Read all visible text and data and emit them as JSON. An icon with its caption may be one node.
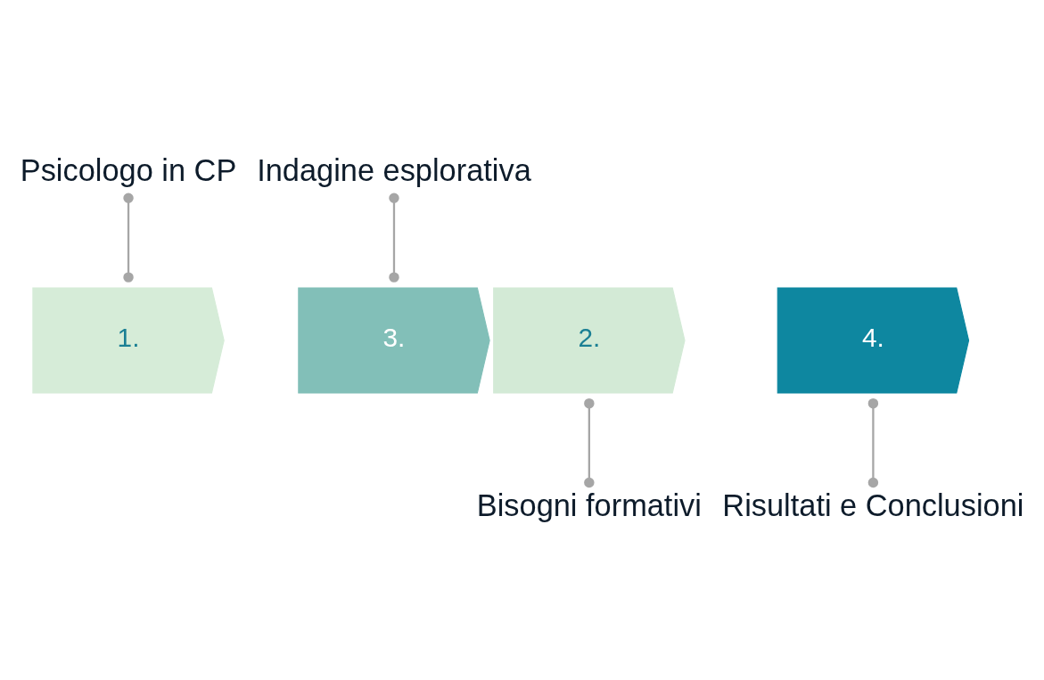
{
  "diagram": {
    "nodes": [
      {
        "text": [
          "Psicologo in CP"
        ]
      },
      {
        "text": [
          "Indagine esplorativa"
        ]
      },
      {
        "text": [
          "1."
        ]
      },
      {
        "text": [
          "2."
        ]
      },
      {
        "text": [
          "3."
        ]
      },
      {
        "text": [
          "4."
        ]
      },
      {
        "text": [
          "Bisogni formativi"
        ]
      },
      {
        "text": [
          "Risultati e Conclusioni"
        ]
      }
    ],
    "edges": [
      {
        "from": 0,
        "to": 2,
        "arrow": "other"
      },
      {
        "from": 1,
        "to": 4,
        "arrow": "other"
      },
      {
        "from": 6,
        "to": 3,
        "arrow": "other"
      },
      {
        "from": 7,
        "to": 5,
        "arrow": "other"
      }
    ]
  }
}
